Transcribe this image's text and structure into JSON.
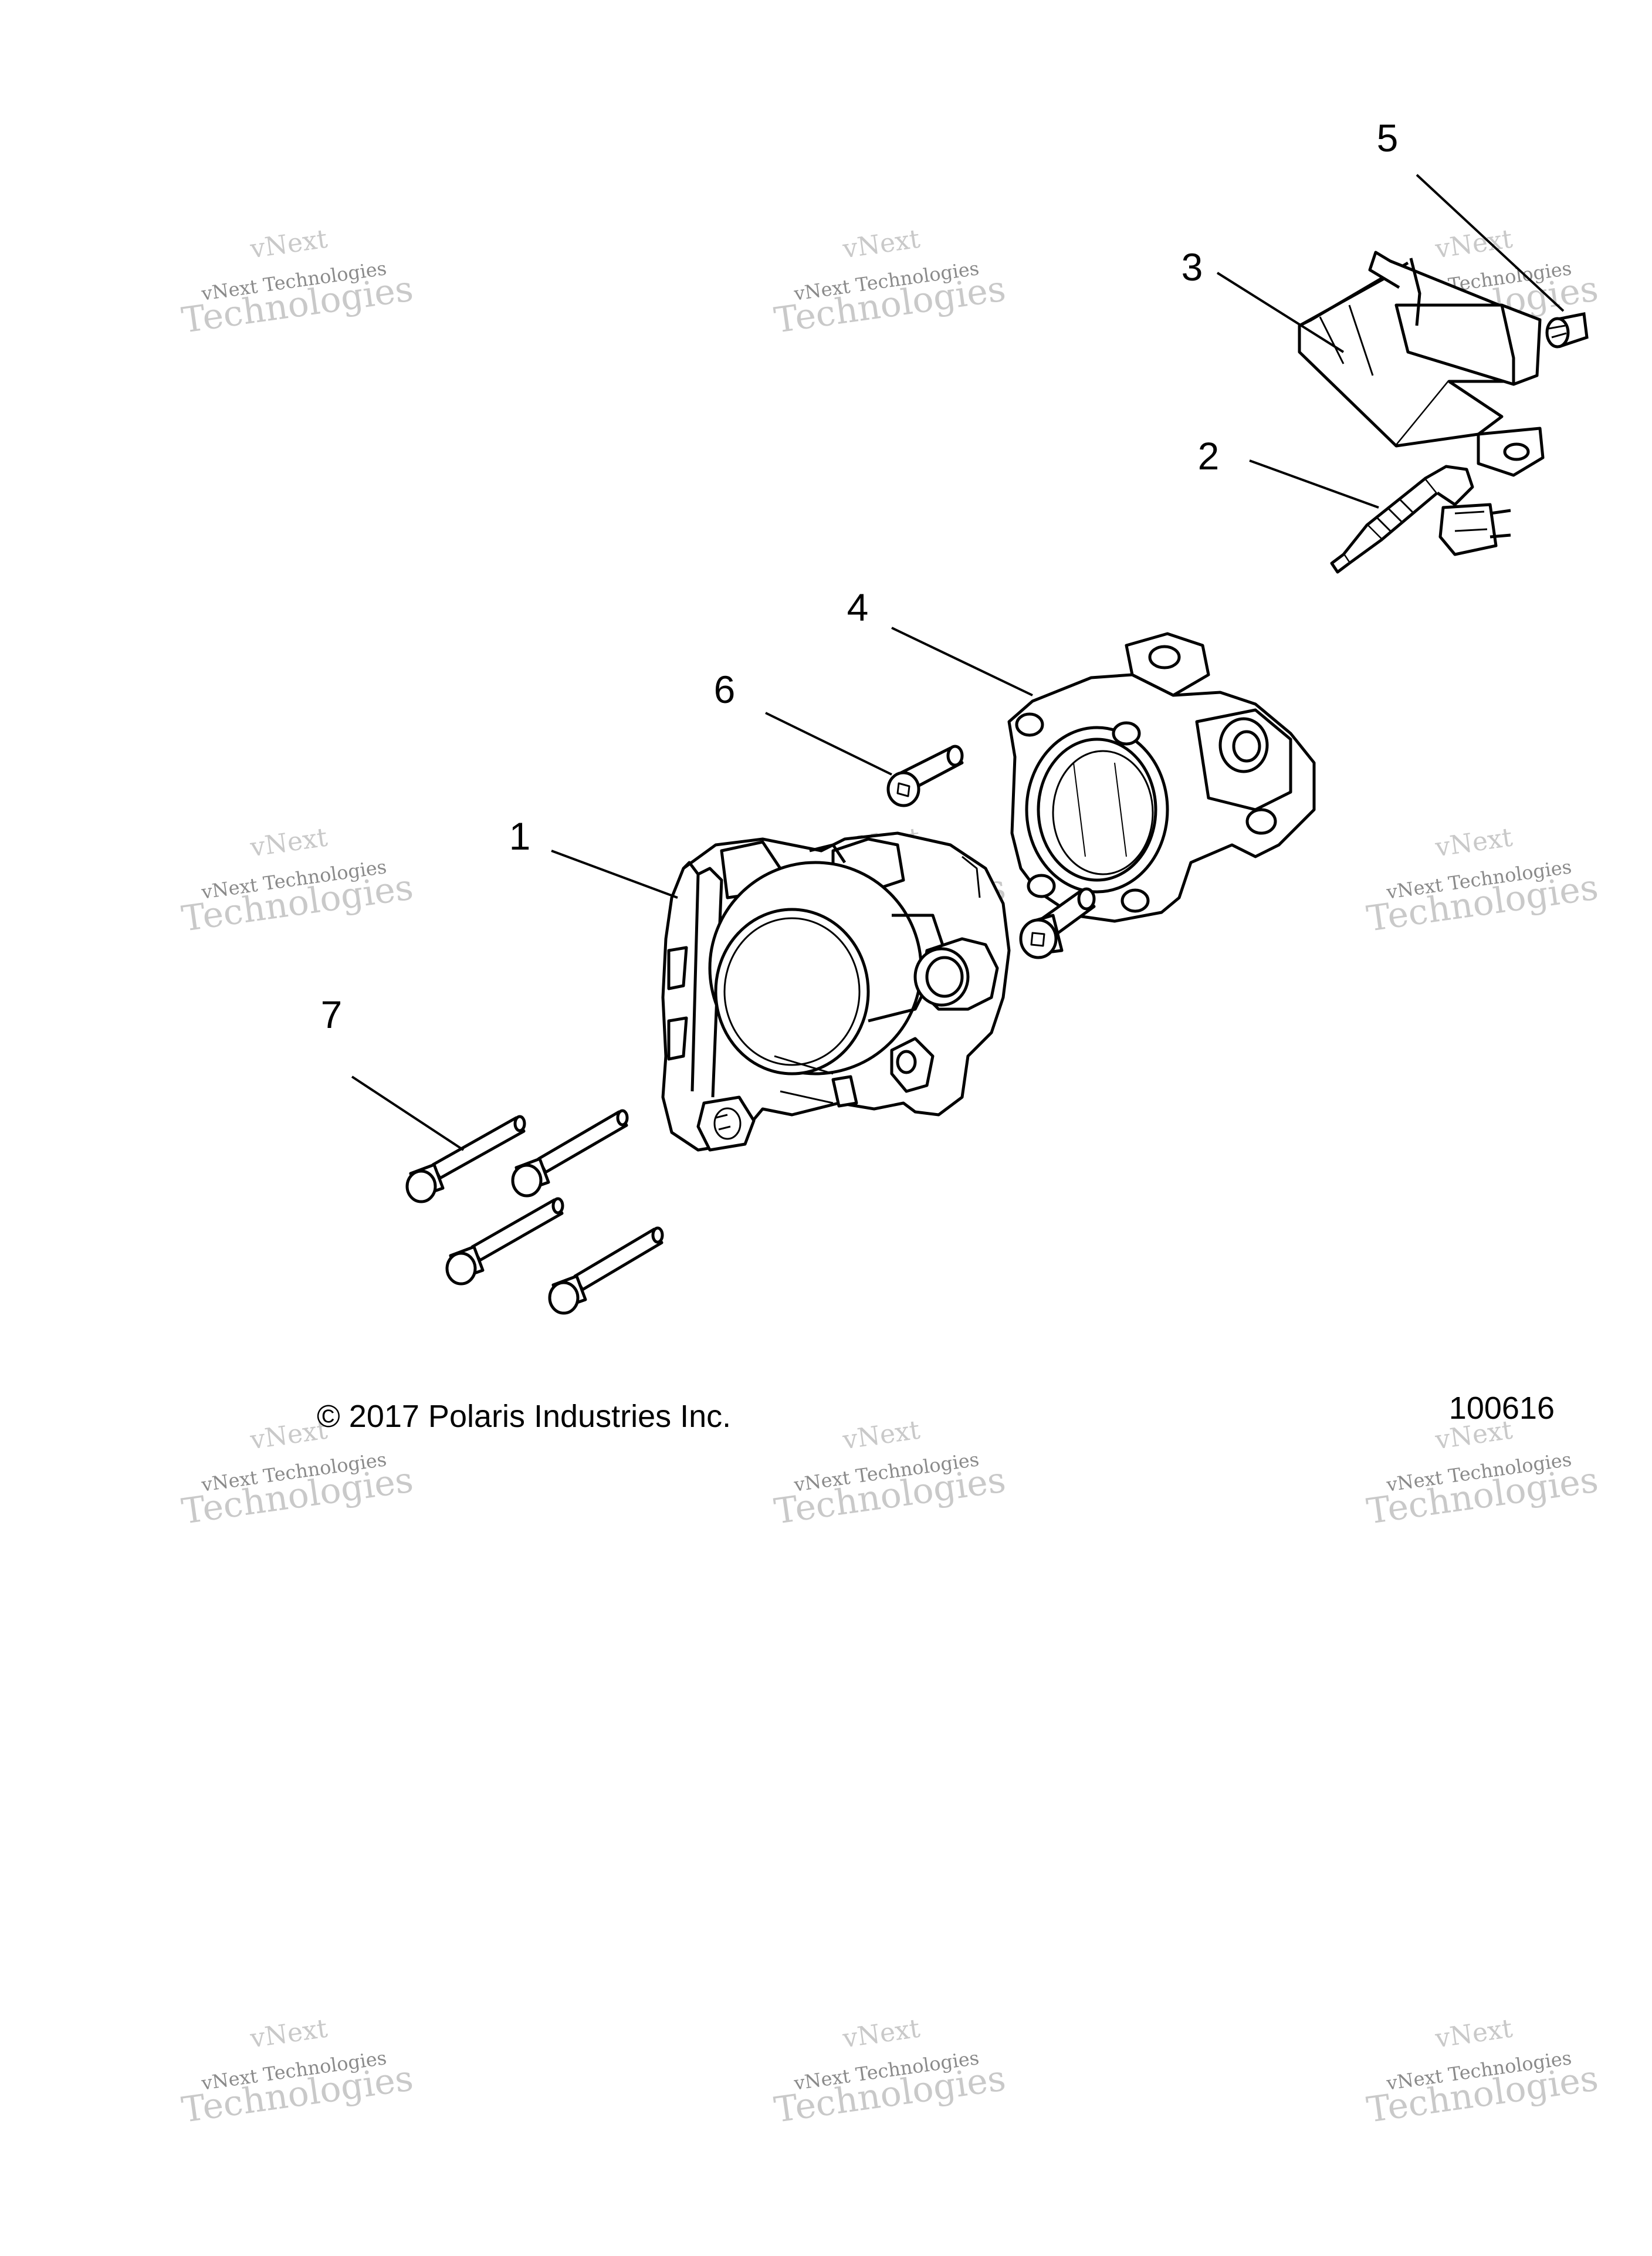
{
  "callouts": [
    "1",
    "2",
    "3",
    "4",
    "5",
    "6",
    "7"
  ],
  "footer": {
    "copyright": "© 2017 Polaris Industries Inc.",
    "figure_number": "100616"
  },
  "watermark": {
    "line1": "vNext",
    "line2": "vNext Technologies",
    "line3": "Technologies"
  }
}
